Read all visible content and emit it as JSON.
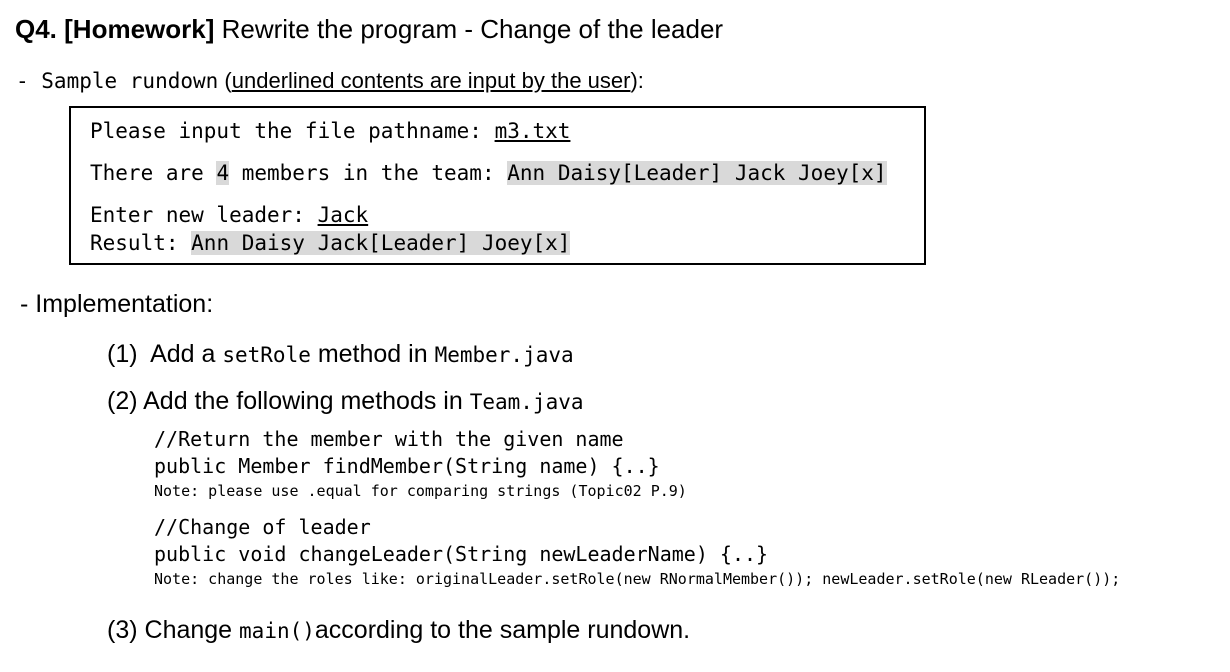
{
  "title": {
    "number": "Q4. [Homework]",
    "text": " Rewrite the program - Change of the leader"
  },
  "sample": {
    "prefix": "- Sample rundown",
    "note_open": " (",
    "note_underlined": "underlined contents are input by the user",
    "note_close": "):"
  },
  "rundown": {
    "line1_prompt": "Please input the file pathname: ",
    "line1_input": "m3.txt",
    "line2_a": "There are ",
    "line2_count": "4",
    "line2_b": " members in the team: ",
    "line2_members": "Ann Daisy[Leader] Jack Joey[x]",
    "line3_prompt": "Enter new leader: ",
    "line3_input": "Jack",
    "line4_prompt": "Result: ",
    "line4_result": "Ann Daisy Jack[Leader] Joey[x]"
  },
  "implementation": {
    "heading": "- Implementation:",
    "step1": {
      "num": "(1)",
      "a": "  Add a ",
      "code": "setRole",
      "b": " method in ",
      "file": "Member.java"
    },
    "step2": {
      "num": "(2)",
      "a": " Add the following methods in ",
      "file": "Team.java"
    },
    "find": {
      "comment": "//Return the member with the given name",
      "signature": "public Member findMember(String name) {..}",
      "note": "Note: please use .equal for comparing strings (Topic02 P.9)"
    },
    "change": {
      "comment": "//Change of leader",
      "signature": "public void changeLeader(String newLeaderName) {..}",
      "note": "Note: change the roles like: originalLeader.setRole(new RNormalMember()); newLeader.setRole(new RLeader());"
    },
    "step3": {
      "num": "(3)",
      "a": " Change ",
      "code": "main()",
      "b": "according to the sample rundown."
    }
  }
}
